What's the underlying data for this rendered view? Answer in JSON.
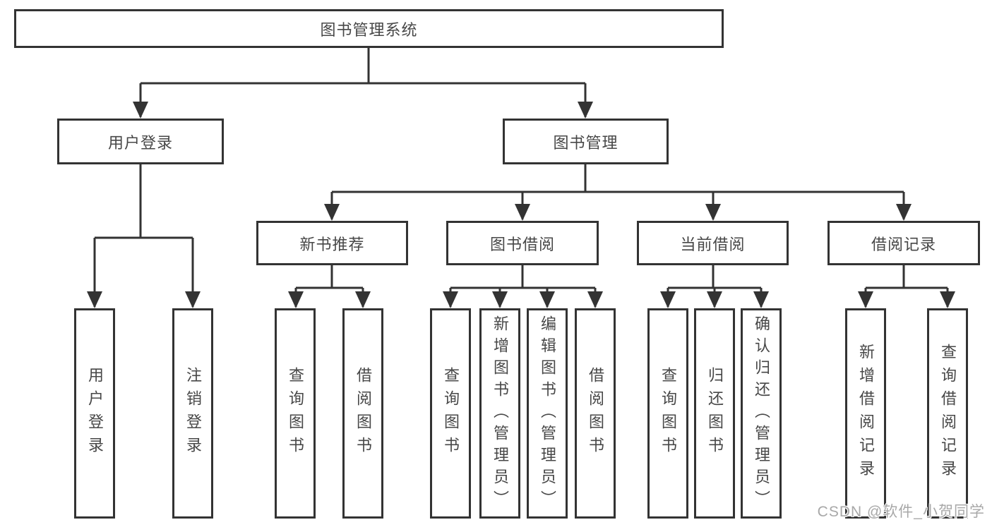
{
  "diagram": {
    "root": {
      "label": "图书管理系统"
    },
    "branches": [
      {
        "label": "用户登录",
        "children": [
          {
            "label": "用户登录"
          },
          {
            "label": "注销登录"
          }
        ]
      },
      {
        "label": "图书管理",
        "children": [
          {
            "label": "新书推荐",
            "children": [
              {
                "label": "查询图书"
              },
              {
                "label": "借阅图书"
              }
            ]
          },
          {
            "label": "图书借阅",
            "children": [
              {
                "label": "查询图书"
              },
              {
                "label": "新增图书（管理员）"
              },
              {
                "label": "编辑图书（管理员）"
              },
              {
                "label": "借阅图书"
              }
            ]
          },
          {
            "label": "当前借阅",
            "children": [
              {
                "label": "查询图书"
              },
              {
                "label": "归还图书"
              },
              {
                "label": "确认归还（管理员）"
              }
            ]
          },
          {
            "label": "借阅记录",
            "children": [
              {
                "label": "新增借阅记录"
              },
              {
                "label": "查询借阅记录"
              }
            ]
          }
        ]
      }
    ],
    "watermark": "CSDN @软件_小贺同学",
    "colors": {
      "line": "#333333",
      "text": "#474747",
      "watermark": "#a8a8a8",
      "background": "#ffffff"
    }
  }
}
